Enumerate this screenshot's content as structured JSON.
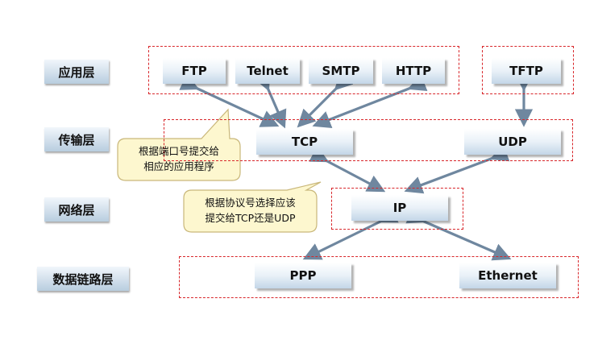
{
  "layers": {
    "application": "应用层",
    "transport": "传输层",
    "network": "网络层",
    "datalink": "数据链路层"
  },
  "protocols": {
    "ftp": "FTP",
    "telnet": "Telnet",
    "smtp": "SMTP",
    "http": "HTTP",
    "tftp": "TFTP",
    "tcp": "TCP",
    "udp": "UDP",
    "ip": "IP",
    "ppp": "PPP",
    "ethernet": "Ethernet"
  },
  "callouts": {
    "port": {
      "line1": "根据端口号提交给",
      "line2": "相应的应用程序"
    },
    "protocol": {
      "line1": "根据协议号选择应该",
      "line2": "提交给TCP还是UDP"
    }
  },
  "colors": {
    "dashed_border": "#d8262a",
    "arrow": "#6f879f",
    "callout_fill": "#fdf7cf",
    "callout_border": "#c9b77a"
  }
}
